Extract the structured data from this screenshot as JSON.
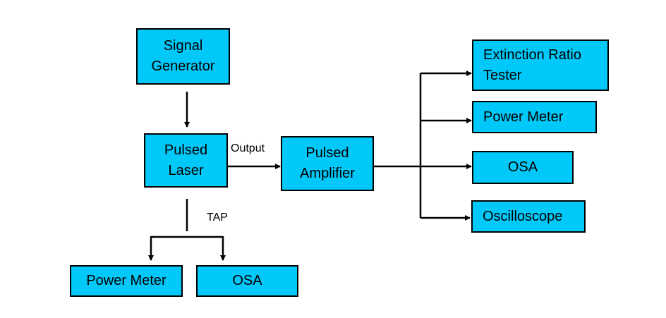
{
  "colors": {
    "box_fill": "#00c8f8",
    "stroke": "#000000",
    "background": "#ffffff"
  },
  "blocks": {
    "signal_generator": "Signal\nGenerator",
    "pulsed_laser": "Pulsed\nLaser",
    "pulsed_amplifier": "Pulsed\nAmplifier",
    "extinction_ratio_tester": "Extinction Ratio\nTester",
    "power_meter_right": "Power Meter",
    "osa_right": "OSA",
    "oscilloscope": "Oscilloscope",
    "power_meter_bottom": "Power Meter",
    "osa_bottom": "OSA"
  },
  "labels": {
    "output": "Output",
    "tap": "TAP"
  }
}
